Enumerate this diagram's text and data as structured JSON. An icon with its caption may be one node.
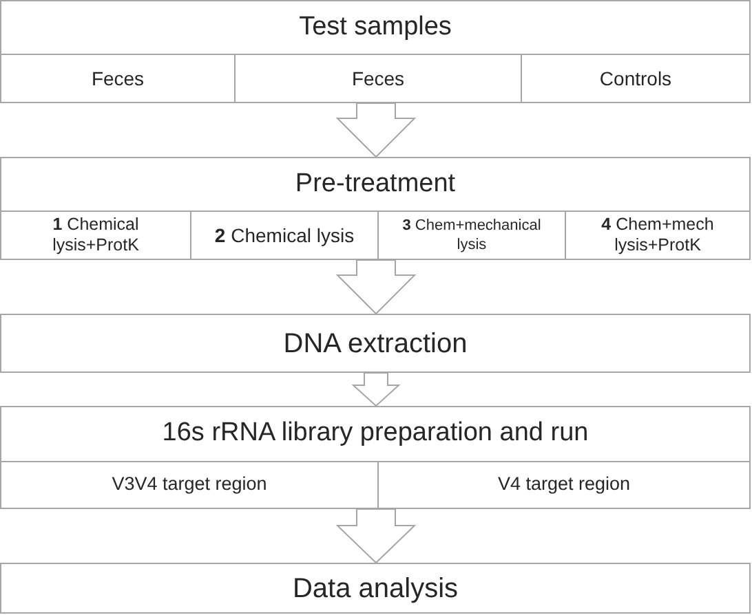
{
  "diagram": {
    "nodes": [
      {
        "text": [
          "Test samples"
        ]
      },
      {
        "text": [
          "Feces"
        ],
        "in": 0
      },
      {
        "text": [
          "Feces"
        ],
        "in": 0
      },
      {
        "text": [
          "Controls"
        ],
        "in": 0
      },
      {
        "text": [
          "Pre-treatment"
        ]
      },
      {
        "text": [
          "**1** Chemical lysis+ProtK"
        ],
        "in": 4
      },
      {
        "text": [
          "**2** Chemical lysis"
        ],
        "in": 4
      },
      {
        "text": [
          "**3** Chem+mechanical lysis"
        ],
        "in": 4
      },
      {
        "text": [
          "**4** Chem+mech lysis+ProtK"
        ],
        "in": 4
      },
      {
        "text": [
          "DNA extraction"
        ]
      },
      {
        "text": [
          "16s rRNA library preparation and run"
        ]
      },
      {
        "text": [
          "V3V4 target region"
        ],
        "in": 10
      },
      {
        "text": [
          "V4 target region"
        ],
        "in": 10
      },
      {
        "text": [
          "Data analysis"
        ]
      }
    ],
    "edges": [
      {
        "from": 0,
        "to": 4,
        "arrow": "to"
      },
      {
        "from": 4,
        "to": 9,
        "arrow": "to"
      },
      {
        "from": 9,
        "to": 10,
        "arrow": "to"
      },
      {
        "from": 10,
        "to": 13,
        "arrow": "to"
      }
    ]
  }
}
